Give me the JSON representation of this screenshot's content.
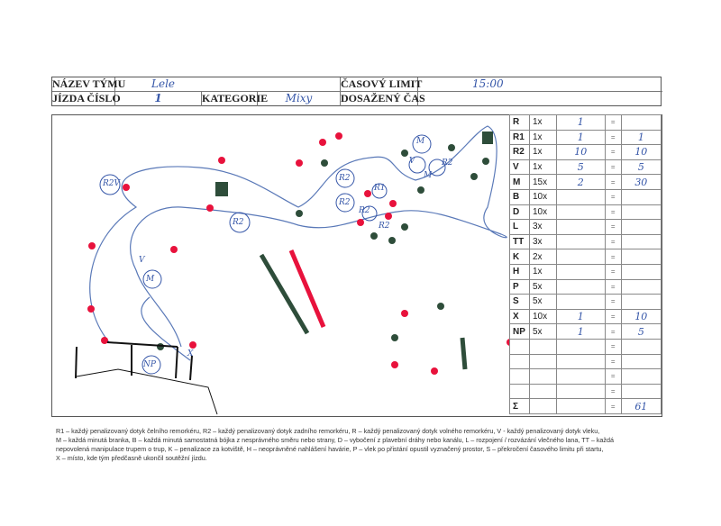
{
  "header": {
    "team_label": "NÁZEV TÝMU",
    "team_value": "Lele",
    "run_label": "JÍZDA ČÍSLO",
    "run_value": "1",
    "category_label": "KATEGORIE",
    "category_value": "Mixy",
    "time_limit_label": "ČASOVÝ LIMIT",
    "time_limit_value": "15:00",
    "achieved_time_label": "DOSAŽENÝ ČAS",
    "achieved_time_value": ""
  },
  "scores": [
    {
      "code": "R",
      "mult": "1x",
      "count": "1",
      "eq": "=",
      "result": ""
    },
    {
      "code": "R1",
      "mult": "1x",
      "count": "1",
      "eq": "=",
      "result": "1"
    },
    {
      "code": "R2",
      "mult": "1x",
      "count": "10",
      "eq": "=",
      "result": "10"
    },
    {
      "code": "V",
      "mult": "1x",
      "count": "5",
      "eq": "=",
      "result": "5"
    },
    {
      "code": "M",
      "mult": "15x",
      "count": "2",
      "eq": "=",
      "result": "30"
    },
    {
      "code": "B",
      "mult": "10x",
      "count": "",
      "eq": "=",
      "result": ""
    },
    {
      "code": "D",
      "mult": "10x",
      "count": "",
      "eq": "=",
      "result": ""
    },
    {
      "code": "L",
      "mult": "3x",
      "count": "",
      "eq": "=",
      "result": ""
    },
    {
      "code": "TT",
      "mult": "3x",
      "count": "",
      "eq": "=",
      "result": ""
    },
    {
      "code": "K",
      "mult": "2x",
      "count": "",
      "eq": "=",
      "result": ""
    },
    {
      "code": "H",
      "mult": "1x",
      "count": "",
      "eq": "=",
      "result": ""
    },
    {
      "code": "P",
      "mult": "5x",
      "count": "",
      "eq": "=",
      "result": ""
    },
    {
      "code": "S",
      "mult": "5x",
      "count": "",
      "eq": "=",
      "result": ""
    },
    {
      "code": "X",
      "mult": "10x",
      "count": "1",
      "eq": "=",
      "result": "10"
    },
    {
      "code": "NP",
      "mult": "5x",
      "count": "1",
      "eq": "=",
      "result": "5"
    },
    {
      "code": "",
      "mult": "",
      "count": "",
      "eq": "=",
      "result": ""
    },
    {
      "code": "",
      "mult": "",
      "count": "",
      "eq": "=",
      "result": ""
    },
    {
      "code": "",
      "mult": "",
      "count": "",
      "eq": "=",
      "result": ""
    },
    {
      "code": "",
      "mult": "",
      "count": "",
      "eq": "=",
      "result": ""
    },
    {
      "code": "Σ",
      "mult": "",
      "count": "",
      "eq": "=",
      "result": "61"
    }
  ],
  "map_annotations": [
    "R2V",
    "R2",
    "R2",
    "R2",
    "M",
    "V",
    "M",
    "NP",
    "X",
    "R1",
    "R2",
    "V",
    "M",
    "R2",
    "R2"
  ],
  "legend": [
    "R1 – každý penalizovaný dotyk čelního remorkéru, R2 – každý penalizovaný dotyk zadního remorkéru, R – každý penalizovaný dotyk volného remorkéru, V - každý penalizovaný dotyk vleku,",
    "M – každá minutá branka, B – každá minutá samostatná bójka z nesprávného směru nebo strany, D – vybočení z plavební dráhy nebo kanálu, L – rozpojení / rozvázání vlečného lana, TT – každá",
    "nepovolená manipulace trupem o trup, K – penalizace za kotviště, H – neoprávněné nahlášení havárie, P – vlek po přistání opustil vyznačený prostor, S – překročení časového limitu při startu,",
    "X – místo, kde tým předčasně ukončil soutěžní jízdu."
  ],
  "colors": {
    "ink": "#3556a8",
    "red": "#e8123c",
    "green": "#2e4d3a"
  }
}
